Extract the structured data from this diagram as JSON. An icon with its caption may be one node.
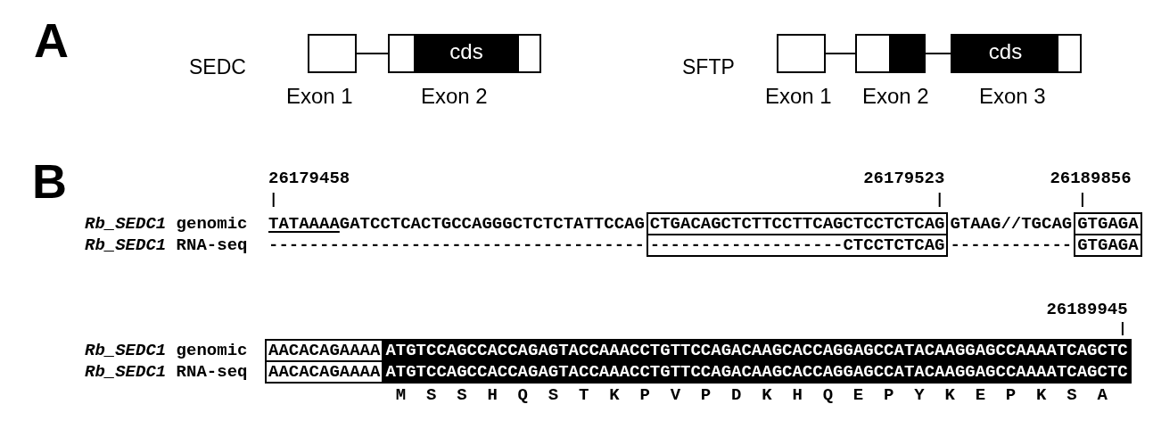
{
  "diagram": {
    "nodes": [
      {
        "text": [],
        "shape": "box",
        "beside": [
          "Exon 1"
        ]
      },
      {
        "text": [
          "cds"
        ],
        "beside": [
          "Exon 2"
        ]
      },
      {
        "text": [],
        "shape": "box",
        "beside": [
          "Exon 1"
        ]
      },
      {
        "text": [],
        "shape": "box",
        "beside": [
          "Exon 2"
        ]
      },
      {
        "text": [
          "cds"
        ],
        "beside": [
          "Exon 3"
        ]
      },
      {
        "text": [
          "CTGACAGCTCTTCCTTCAGCTCCTCTCAG"
        ],
        "beside": [
          "26179523"
        ]
      },
      {
        "text": [
          "GTGAGA"
        ],
        "beside": [
          "26189856"
        ]
      },
      {
        "text": [
          "-------------------CTCCTCTCAG"
        ]
      },
      {
        "text": [
          "GTGAGA"
        ]
      },
      {
        "text": [
          "AACACAGAAAA"
        ]
      },
      {
        "text": [
          "ATGTCCAGCCACCAGAGTACCAAACCTGTTCCAGACAAGCACCAGGAGCCATACAAGGAGCCAAAATCAGCTC"
        ],
        "beside": [
          "26189945"
        ]
      },
      {
        "text": [
          "AACACAGAAAA"
        ]
      },
      {
        "text": [
          "ATGTCCAGCCACCAGAGTACCAAACCTGTTCCAGACAAGCACCAGGAGCCATACAAGGAGCCAAAATCAGCTC"
        ]
      }
    ],
    "edges": [
      {
        "from": 0,
        "to": 1,
        "arrow": "none"
      },
      {
        "from": 2,
        "to": 3,
        "arrow": "none"
      },
      {
        "from": 3,
        "to": 4,
        "arrow": "none"
      }
    ],
    "labels": [
      "A",
      "SEDC",
      "SFTP",
      "B",
      "26179458",
      "*Rb_SEDC1* genomic",
      "TATAAAA",
      "GATCCTCACTGCCAGGGCTCTCTATTCCAG",
      "GTAAG//TGCAG",
      "*Rb_SEDC1* RNA-seq",
      "-------------------------------------",
      "------------",
      "*Rb_SEDC1* genomic",
      "*Rb_SEDC1* RNA-seq",
      "M S S H Q S T K P V P D K H Q E P Y K E P K S A"
    ]
  }
}
